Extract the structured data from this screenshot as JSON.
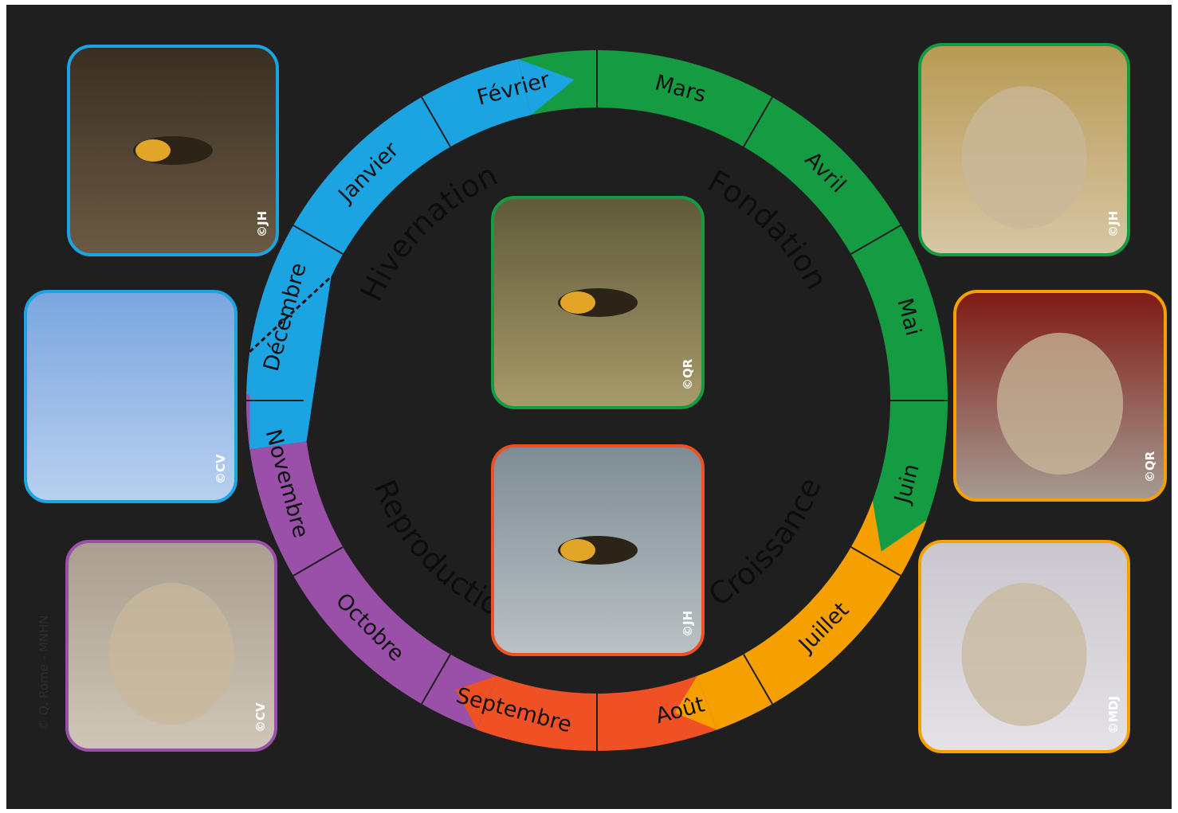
{
  "months": [
    {
      "label": "Janvier",
      "color": "#1ba3e2"
    },
    {
      "label": "Février",
      "color": "#1ba3e2"
    },
    {
      "label": "Mars",
      "color": "#159b42"
    },
    {
      "label": "Avril",
      "color": "#159b42"
    },
    {
      "label": "Mai",
      "color": "#f6a000"
    },
    {
      "label": "Juin",
      "color": "#f6a000"
    },
    {
      "label": "Juillet",
      "color": "#f6a000"
    },
    {
      "label": "Août",
      "color": "#ef5024"
    },
    {
      "label": "Septembre",
      "color": "#9a4fa8"
    },
    {
      "label": "Octobre",
      "color": "#9a4fa8"
    },
    {
      "label": "Novembre",
      "color": "#9a4fa8"
    },
    {
      "label": "Décembre",
      "color": "#9a4fa8"
    }
  ],
  "phases": [
    {
      "label": "Hivernation",
      "color": "#1ba3e2"
    },
    {
      "label": "Fondation",
      "color": "#159b42"
    },
    {
      "label": "Croissance",
      "color": "#f6a000"
    },
    {
      "label": "Reproduction",
      "color": "#9a4fa8"
    }
  ],
  "photos": [
    {
      "name": "photo-queen-hibernating",
      "credit": "©JH",
      "border": "#1ba3e2",
      "subject": "hornet-in-soil"
    },
    {
      "name": "photo-nest-in-tree-bare",
      "credit": "©CV",
      "border": "#1ba3e2",
      "subject": "nest-in-tree-sky"
    },
    {
      "name": "photo-large-nest-hornets",
      "credit": "©CV",
      "border": "#9a4fa8",
      "subject": "large-nest"
    },
    {
      "name": "photo-hornet-center",
      "credit": "©QR",
      "border": "#159b42",
      "subject": "hornet"
    },
    {
      "name": "photo-hornet-hunting-bees",
      "credit": "©JH",
      "border": "#ef5024",
      "subject": "hornet-at-hive"
    },
    {
      "name": "photo-primary-nest",
      "credit": "©JH",
      "border": "#159b42",
      "subject": "primary-nest"
    },
    {
      "name": "photo-nest-cross-section",
      "credit": "©QR",
      "border": "#f6a000",
      "subject": "nest-cut"
    },
    {
      "name": "photo-nest-in-branches",
      "credit": "©MDJ",
      "border": "#f6a000",
      "subject": "nest-in-branches"
    }
  ],
  "side_credit": "© Q. Rome - MNHN"
}
